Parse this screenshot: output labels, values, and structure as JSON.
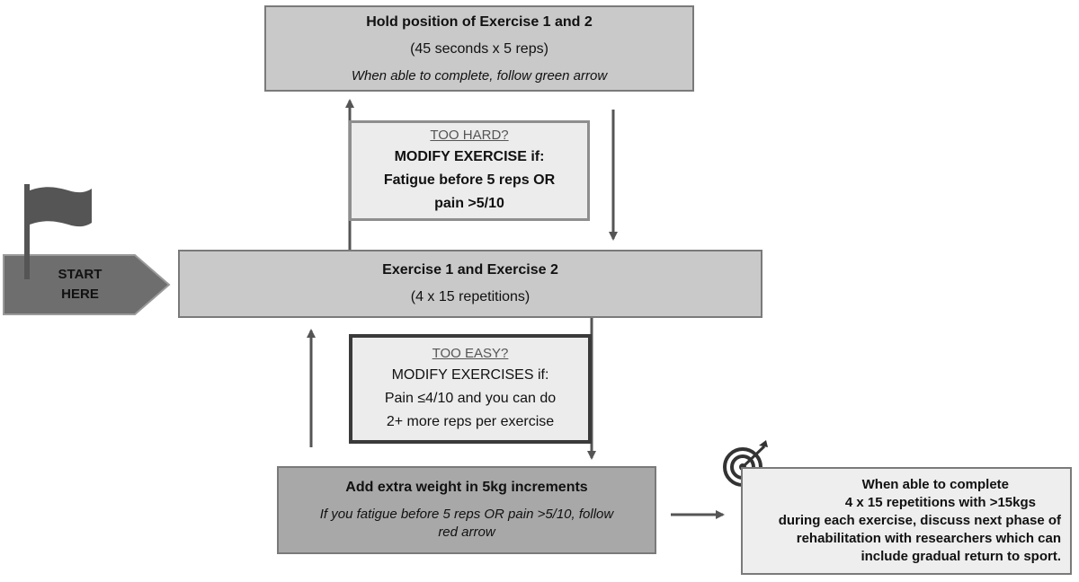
{
  "hold_box": {
    "title": "Hold position of Exercise 1 and 2",
    "detail": "(45 seconds x 5 reps)",
    "note": "When able to complete, follow green arrow"
  },
  "too_hard_box": {
    "heading": "TOO HARD?",
    "title": "MODIFY EXERCISE if:",
    "lines": [
      "Fatigue before 5 reps OR",
      "pain >5/10"
    ]
  },
  "start": {
    "lines": [
      "START",
      "HERE"
    ],
    "icon": "flag-icon"
  },
  "main_box": {
    "title": "Exercise 1 and Exercise 2",
    "detail": "(4 x 15 repetitions)"
  },
  "too_easy_box": {
    "heading": "TOO EASY?",
    "title": "MODIFY EXERCISES if:",
    "lines": [
      "Pain ≤4/10 and you can do",
      "2+ more reps per exercise"
    ]
  },
  "weight_box": {
    "title": "Add extra weight in 5kg increments",
    "note_lines": [
      "If you fatigue before 5 reps OR pain >5/10, follow",
      "red arrow"
    ]
  },
  "final_box": {
    "icon": "target-icon",
    "lines": [
      "When able to complete",
      "4 x 15 repetitions with >15kgs",
      "during each exercise, discuss next phase of",
      "rehabilitation with researchers which can",
      "include gradual return to sport."
    ]
  },
  "colors": {
    "box_dark": "#a8a8a8",
    "box_mid": "#c9c9c9",
    "box_light": "#ececec",
    "arrow": "#555555",
    "flag": "#555555"
  }
}
